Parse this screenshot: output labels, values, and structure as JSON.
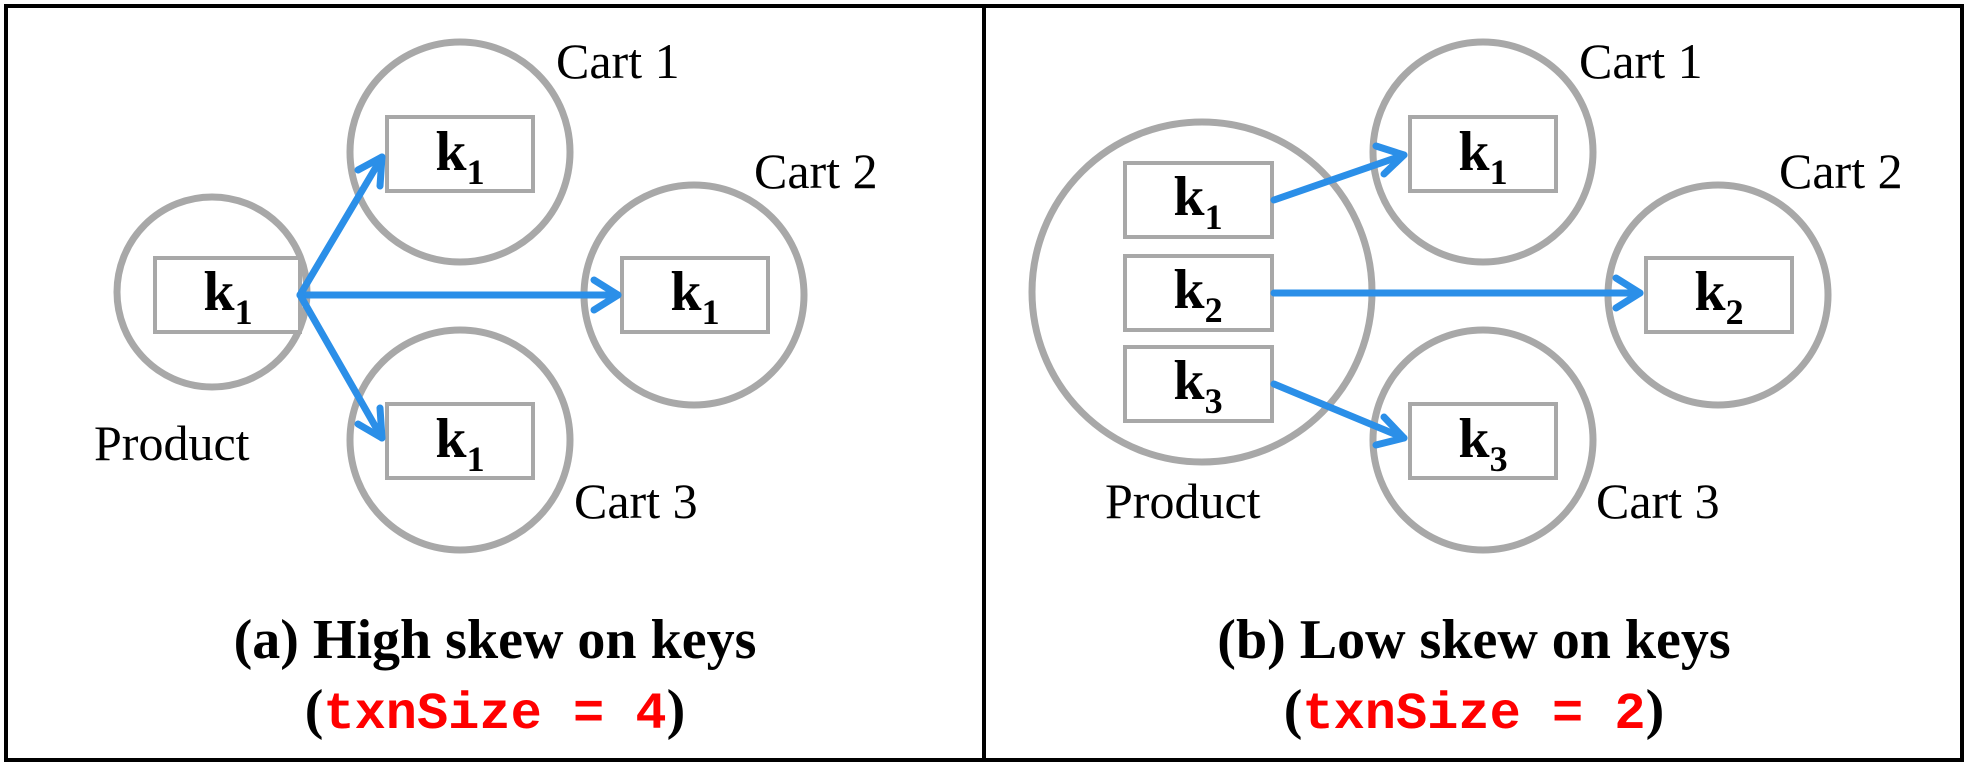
{
  "colors": {
    "border": "#000000",
    "node": "#a8a8a8",
    "arrow": "#2b8fe8",
    "param": "#ff0000",
    "text": "#000000"
  },
  "panel_a": {
    "node_labels": {
      "product": "Product",
      "cart1": "Cart 1",
      "cart2": "Cart 2",
      "cart3": "Cart 3"
    },
    "keys": {
      "product": [
        {
          "base": "k",
          "sub": "1"
        }
      ],
      "cart1": {
        "base": "k",
        "sub": "1"
      },
      "cart2": {
        "base": "k",
        "sub": "1"
      },
      "cart3": {
        "base": "k",
        "sub": "1"
      }
    },
    "caption": "(a) High skew on keys",
    "param_open": "(",
    "param_text": "txnSize = 4",
    "param_close": ")"
  },
  "panel_b": {
    "node_labels": {
      "product": "Product",
      "cart1": "Cart 1",
      "cart2": "Cart 2",
      "cart3": "Cart 3"
    },
    "keys": {
      "product": [
        {
          "base": "k",
          "sub": "1"
        },
        {
          "base": "k",
          "sub": "2"
        },
        {
          "base": "k",
          "sub": "3"
        }
      ],
      "cart1": {
        "base": "k",
        "sub": "1"
      },
      "cart2": {
        "base": "k",
        "sub": "2"
      },
      "cart3": {
        "base": "k",
        "sub": "3"
      }
    },
    "caption": "(b) Low skew on keys",
    "param_open": "(",
    "param_text": "txnSize = 2",
    "param_close": ")"
  }
}
